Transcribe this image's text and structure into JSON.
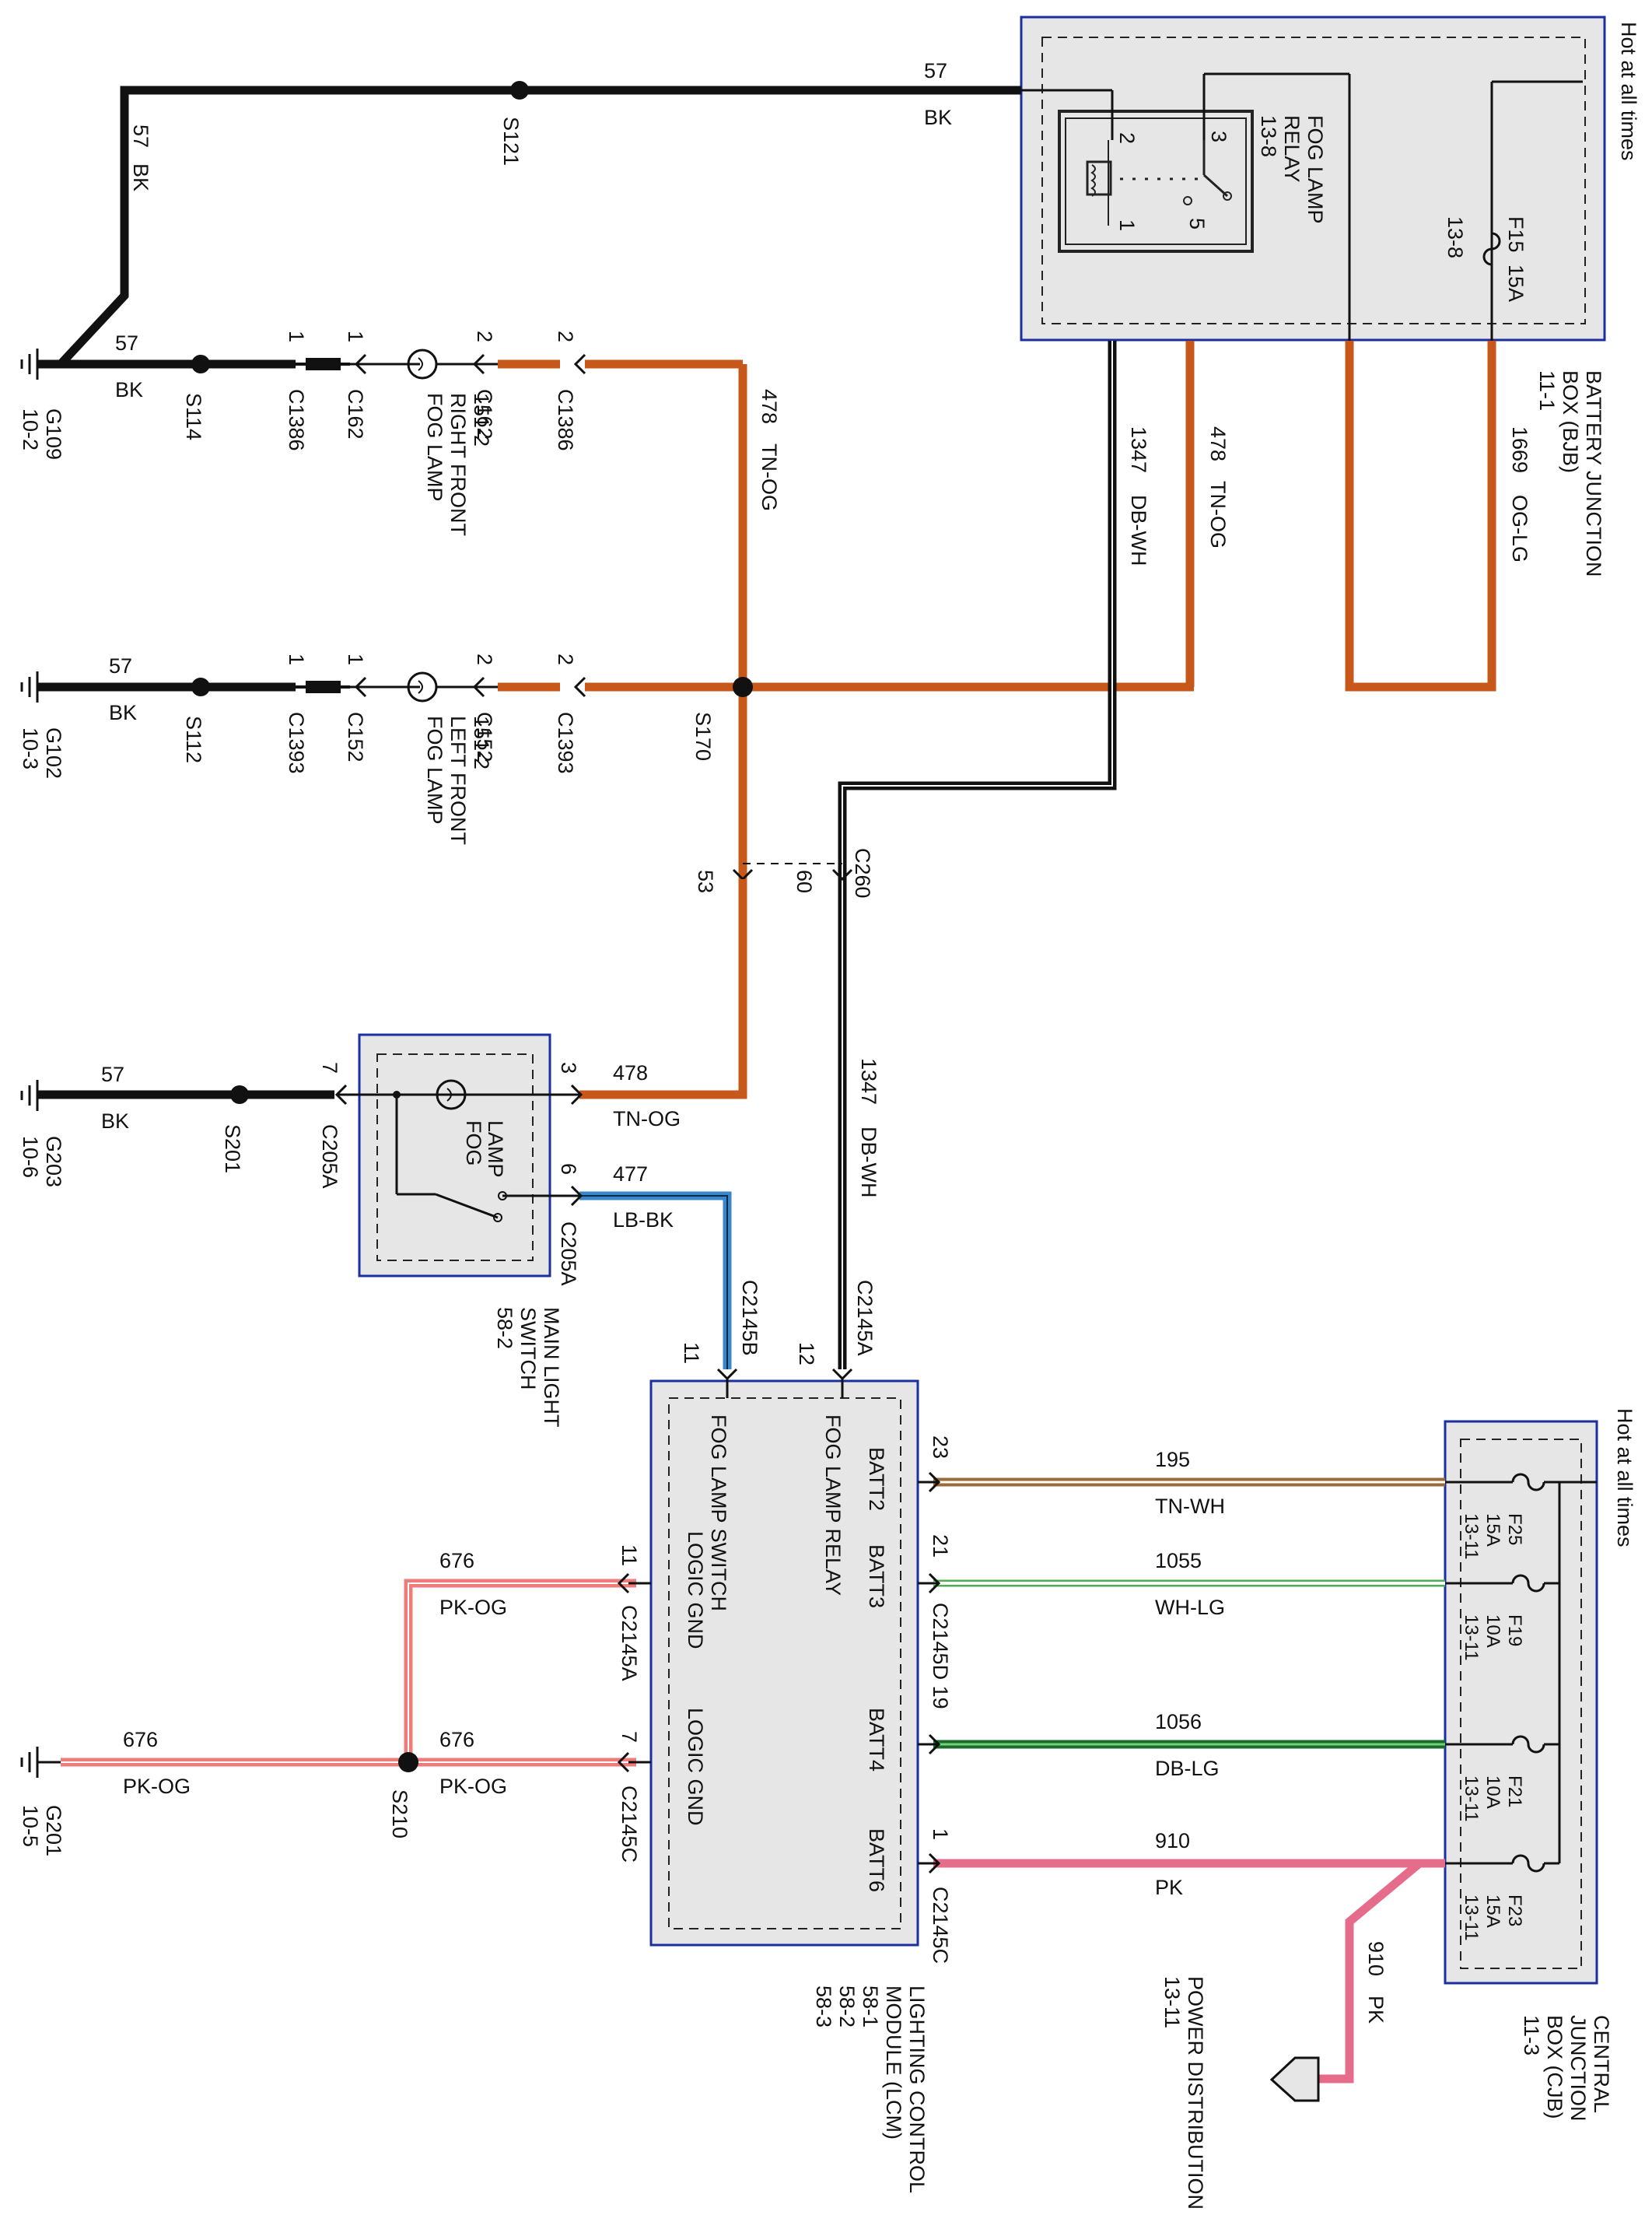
{
  "header_labels": {
    "hot_top": "Hot at all times",
    "hot_bottom": "Hot at all times"
  },
  "bjb": {
    "title_lines": [
      "BATTERY JUNCTION",
      "BOX (BJB)",
      "11-1"
    ],
    "relay_lines": [
      "FOG LAMP",
      "RELAY",
      "13-8"
    ],
    "relay_pins": [
      "2",
      "1",
      "3",
      "5"
    ],
    "fuse_lines": [
      "F15",
      "15A"
    ],
    "fuse_ref": "13-8"
  },
  "cjb": {
    "title_lines": [
      "CENTRAL",
      "JUNCTION",
      "BOX (CJB)",
      "11-3"
    ],
    "fuses": [
      {
        "id": "F25",
        "amps": "15A",
        "ref": "13-11"
      },
      {
        "id": "F19",
        "amps": "10A",
        "ref": "13-11"
      },
      {
        "id": "F21",
        "amps": "10A",
        "ref": "13-11"
      },
      {
        "id": "F23",
        "amps": "15A",
        "ref": "13-11"
      }
    ]
  },
  "lcm": {
    "title_lines": [
      "LIGHTING CONTROL",
      "MODULE (LCM)",
      "58-1",
      "58-2",
      "58-3"
    ],
    "pins": {
      "batt2": "BATT2",
      "batt3": "BATT3",
      "batt4": "BATT4",
      "batt6": "BATT6",
      "fog_relay": "FOG LAMP RELAY",
      "fog_switch": "FOG LAMP SWITCH",
      "logic_gnd_1": "LOGIC GND",
      "logic_gnd_2": "LOGIC GND"
    },
    "connectors": {
      "c2145b": "C2145B",
      "pin11_top": "11",
      "c2145a_top": "C2145A",
      "pin12_top": "12",
      "pin23": "23",
      "pin21": "21",
      "c2145d": "C2145D 19",
      "pin1": "1",
      "c2145c_right": "C2145C",
      "pin11_left": "11",
      "c2145a_left": "C2145A",
      "pin7_left": "7",
      "c2145c_left": "C2145C"
    }
  },
  "mls": {
    "title_lines": [
      "MAIN LIGHT",
      "SWITCH",
      "58-2"
    ],
    "inner_lines": [
      "FOG",
      "LAMP"
    ],
    "pin7": "7",
    "pin3": "3",
    "pin6": "6",
    "c205a_a": "C205A",
    "c205a_b": "C205A"
  },
  "fog_right": {
    "label_lines": [
      "FOG LAMP",
      "RIGHT FRONT",
      "151-2"
    ],
    "ground": [
      "G109",
      "10-2"
    ],
    "splice": "S114",
    "conn": [
      "C1386",
      "C162",
      "C162",
      "C1386"
    ],
    "pins": [
      "1",
      "1",
      "2",
      "2"
    ]
  },
  "fog_left": {
    "label_lines": [
      "FOG LAMP",
      "LEFT FRONT",
      "151-2"
    ],
    "ground": [
      "G102",
      "10-3"
    ],
    "splice": "S112",
    "conn": [
      "C1393",
      "C152",
      "C152",
      "C1393"
    ],
    "pins": [
      "1",
      "1",
      "2",
      "2"
    ]
  },
  "misc": {
    "s121": "S121",
    "s170": "S170",
    "s201": "S201",
    "s210": "S210",
    "g203": [
      "G203",
      "10-6"
    ],
    "g201": [
      "G201",
      "10-5"
    ],
    "c260": "C260",
    "pin53": "53",
    "pin60": "60",
    "power_dist": [
      "POWER DISTRIBUTION",
      "13-11"
    ]
  },
  "wires": {
    "w57_top": {
      "num": "57",
      "color": "BK"
    },
    "w57_vert": {
      "num": "57",
      "color": "BK"
    },
    "w57_g109": {
      "num": "57",
      "color": "BK"
    },
    "w57_g102": {
      "num": "57",
      "color": "BK"
    },
    "w57_g203": {
      "num": "57",
      "color": "BK"
    },
    "w478_a": {
      "num": "478",
      "color": "TN-OG"
    },
    "w478_b": {
      "num": "478",
      "color": "TN-OG"
    },
    "w478_c": {
      "num": "478",
      "color": "TN-OG"
    },
    "w1347_a": {
      "num": "1347",
      "color": "DB-WH"
    },
    "w1347_b": {
      "num": "1347",
      "color": "DB-WH"
    },
    "w1669": {
      "num": "1669",
      "color": "OG-LG"
    },
    "w477": {
      "num": "477",
      "color": "LB-BK"
    },
    "w195": {
      "num": "195",
      "color": "TN-WH"
    },
    "w1055": {
      "num": "1055",
      "color": "WH-LG"
    },
    "w1056": {
      "num": "1056",
      "color": "DB-LG"
    },
    "w910_h": {
      "num": "910",
      "color": "PK"
    },
    "w910_v": {
      "num": "910",
      "color": "PK"
    },
    "w676_a": {
      "num": "676",
      "color": "PK-OG"
    },
    "w676_b": {
      "num": "676",
      "color": "PK-OG"
    },
    "w676_c": {
      "num": "676",
      "color": "PK-OG"
    }
  },
  "palette": {
    "bk": "#111111",
    "tn_og": "#c8571a",
    "tn_og_inner": "#e07a38",
    "og_lg": "#c8571a",
    "db_wh": "#111111",
    "lb_bk": "#3a86c8",
    "tn_wh": "#9a6a38",
    "wh_lg": "#4caf50",
    "db_lg": "#1d6b2a",
    "pk": "#e56c8a",
    "pk_og": "#ef7b7b",
    "box_fill": "#e6e6e6",
    "box_border": "#1a2fa0"
  }
}
